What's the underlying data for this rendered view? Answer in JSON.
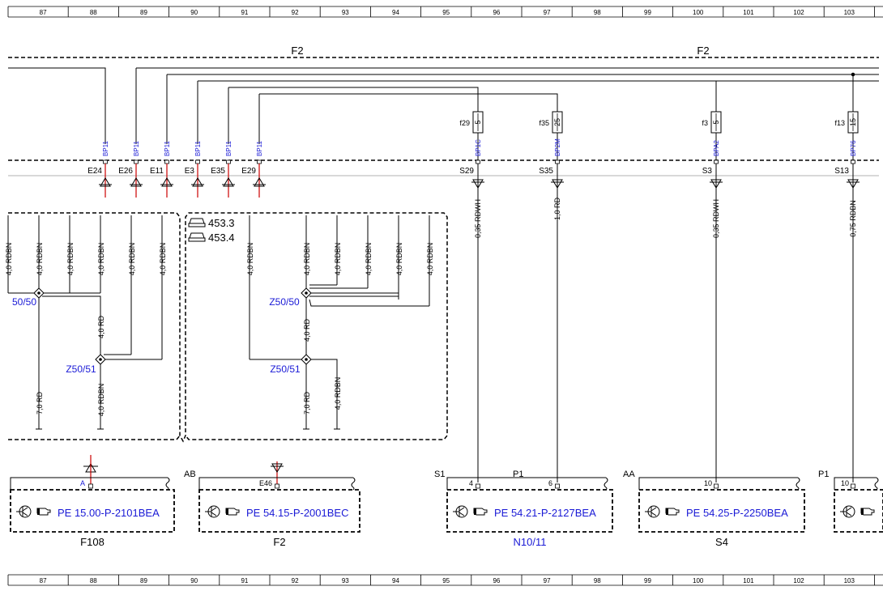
{
  "ruler": [
    "87",
    "88",
    "89",
    "90",
    "91",
    "92",
    "93",
    "94",
    "95",
    "96",
    "97",
    "98",
    "99",
    "100",
    "101",
    "102",
    "103"
  ],
  "fuse_groups": [
    "F2",
    "F2"
  ],
  "bus_pins": [
    {
      "label": "E24",
      "bp": "BP11"
    },
    {
      "label": "E26",
      "bp": "BP11"
    },
    {
      "label": "E11",
      "bp": "BP11"
    },
    {
      "label": "E3",
      "bp": "BP11"
    },
    {
      "label": "E35",
      "bp": "BP11"
    },
    {
      "label": "E29",
      "bp": "BP11"
    }
  ],
  "fuses": [
    {
      "name": "f29",
      "value": "5",
      "bp": "BP1C",
      "pin": "S29",
      "wire": "0,35 RDWH"
    },
    {
      "name": "f35",
      "value": "25",
      "bp": "BP2M",
      "pin": "S35",
      "wire": "1,0 RD"
    },
    {
      "name": "f3",
      "value": "5",
      "bp": "BPA2",
      "pin": "S3",
      "wire": "0,35 RDWH"
    },
    {
      "name": "f13",
      "value": "15",
      "bp": "BP76",
      "pin": "S13",
      "wire": "0,75 RDBN"
    }
  ],
  "variants": [
    "453.3",
    "453.4"
  ],
  "left_wires": {
    "w1": "4,0 RDBN",
    "w2": "4,0 RDBN",
    "w3": "4,0 RDBN",
    "w4": "4,0 RDBN",
    "w5": "4,0 RDBN",
    "w6": "4,0 RDBN",
    "mid": "4,0 RD",
    "low1": "7,0 RD",
    "low2": "4,0 RDBN",
    "splice1": "50/50",
    "splice2": "Z50/51"
  },
  "right_wires": {
    "w1": "4,0 RDBN",
    "w2": "4,0 RDBN",
    "w3": "4,0 RDBN",
    "w4": "4,0 RDBN",
    "w5": "4,0 RDBN",
    "w6": "4,0 RDBN",
    "mid": "4,0 RD",
    "low1": "7,0 RD",
    "low2": "4,0 RDBN",
    "splice1": "Z50/50",
    "splice2": "Z50/51"
  },
  "connectors": [
    {
      "code": "A",
      "conn": "",
      "pin": ""
    },
    {
      "code": "AB",
      "conn": "E46",
      "pin": ""
    },
    {
      "code": "S1",
      "conn": "",
      "pin": "4"
    },
    {
      "code": "P1",
      "conn": "",
      "pin": "6"
    },
    {
      "code": "AA",
      "conn": "",
      "pin": "10"
    },
    {
      "code": "P1",
      "conn": "",
      "pin": "10"
    }
  ],
  "modules": [
    {
      "ref": "PE 15.00-P-2101BEA",
      "name": "F108"
    },
    {
      "ref": "PE 54.15-P-2001BEC",
      "name": "F2"
    },
    {
      "ref": "PE 54.21-P-2127BEA",
      "name": "N10/11"
    },
    {
      "ref": "PE 54.25-P-2250BEA",
      "name": "S4"
    },
    {
      "ref": "",
      "name": ""
    }
  ]
}
